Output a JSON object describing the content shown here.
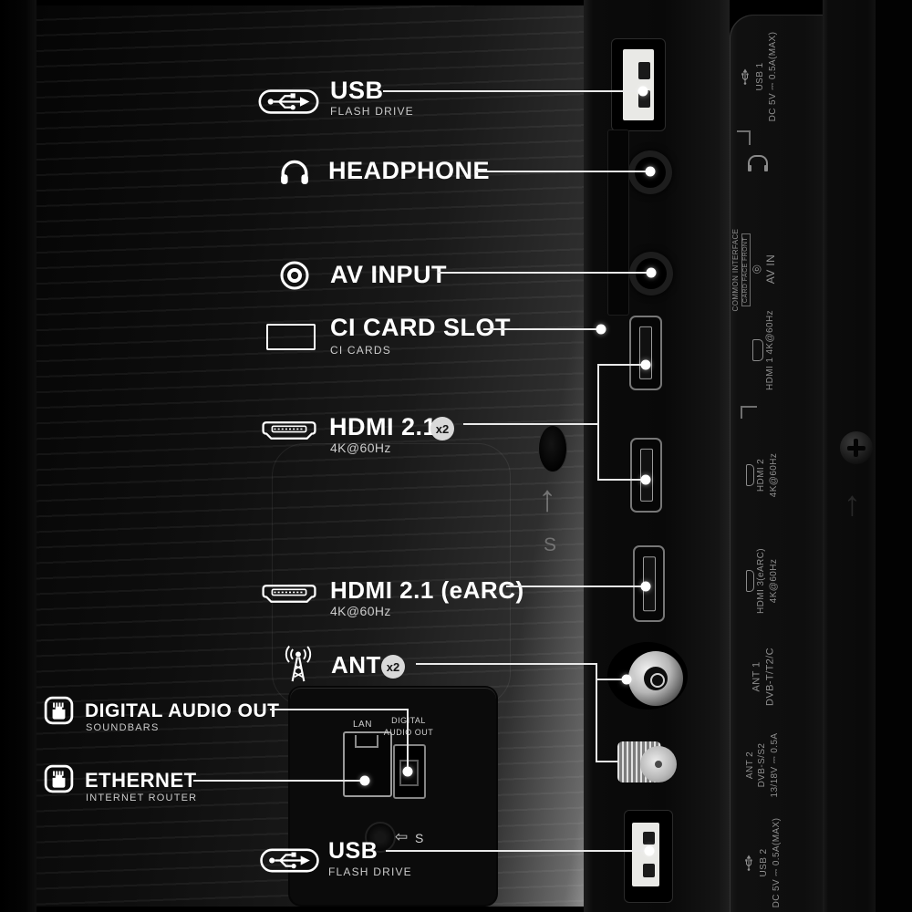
{
  "colors": {
    "background": "#000000",
    "callout_line": "#e9e9e9",
    "label_text": "#ffffff",
    "sublabel_text": "#cbcbcb",
    "badge_bg": "#d9d9d9",
    "badge_text": "#141414",
    "panel_text": "#8f8f8f"
  },
  "callouts": [
    {
      "id": "usb-top",
      "label": "USB",
      "sublabel": "FLASH DRIVE"
    },
    {
      "id": "headphone",
      "label": "HEADPHONE"
    },
    {
      "id": "av-input",
      "label": "AV INPUT"
    },
    {
      "id": "ci-card-slot",
      "label": "CI CARD SLOT",
      "sublabel": "CI CARDS"
    },
    {
      "id": "hdmi-21",
      "label": "HDMI 2.1",
      "badge": "x2",
      "sublabel": "4K@60Hz"
    },
    {
      "id": "hdmi-earc",
      "label": "HDMI 2.1 (eARC)",
      "sublabel": "4K@60Hz"
    },
    {
      "id": "ant",
      "label": "ANT",
      "badge": "x2"
    },
    {
      "id": "digital-audio-out",
      "label": "DIGITAL AUDIO OUT",
      "sublabel": "SOUNDBARS"
    },
    {
      "id": "ethernet",
      "label": "ETHERNET",
      "sublabel": "INTERNET ROUTER"
    },
    {
      "id": "usb-bottom",
      "label": "USB",
      "sublabel": "FLASH DRIVE"
    }
  ],
  "panel": {
    "usb1": {
      "lines": [
        "USB 1",
        "DC 5V ⎓ 0.5A(MAX)"
      ]
    },
    "common": {
      "lines": [
        "COMMON INTERFACE",
        "CARD FACE FRONT",
        "↑"
      ]
    },
    "av_in": {
      "lines": [
        "◎",
        "AV IN"
      ]
    },
    "hdmi1": {
      "lines": [
        "HDMI 1 4K@60Hz"
      ]
    },
    "hdmi2": {
      "lines": [
        "HDMI 2",
        "4K@60Hz"
      ]
    },
    "hdmi3": {
      "lines": [
        "HDMI 3(eARC)",
        "4K@60Hz"
      ]
    },
    "ant1": {
      "lines": [
        "ANT 1",
        "DVB-T/T2/C"
      ]
    },
    "ant2": {
      "lines": [
        "ANT 2",
        "DVB-S/S2",
        "13/18V ⎓ 0.5A"
      ]
    },
    "usb2": {
      "lines": [
        "USB 2",
        "DC 5V ⎓ 0.5A(MAX)"
      ]
    }
  },
  "engraved": {
    "lan": "LAN",
    "digital_audio_line1": "DIGITAL",
    "digital_audio_line2": "AUDIO OUT",
    "side_arrow": "↑",
    "side_s": "S",
    "bottom_arrow": "⇦",
    "bottom_s": "S",
    "right_arrow": "↑"
  }
}
